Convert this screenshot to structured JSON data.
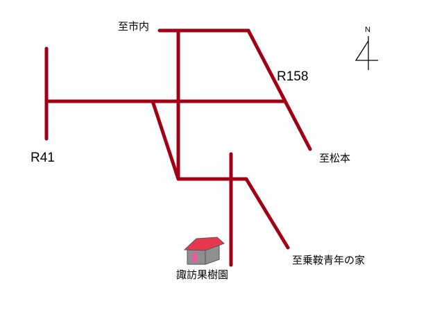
{
  "map": {
    "colors": {
      "road": "#a10014",
      "house_roof": "#e8384f",
      "house_wall": "#8f8f8f",
      "house_door": "#e85c9c"
    },
    "north": {
      "letter": "N"
    },
    "routes": {
      "r41": "R41",
      "r158": "R158"
    },
    "destinations": {
      "city": "至市内",
      "matsumoto": "至松本",
      "norikura": "至乗鞍青年の家"
    },
    "landmark": {
      "label": "諏訪果樹園",
      "icon": "house-icon"
    }
  }
}
